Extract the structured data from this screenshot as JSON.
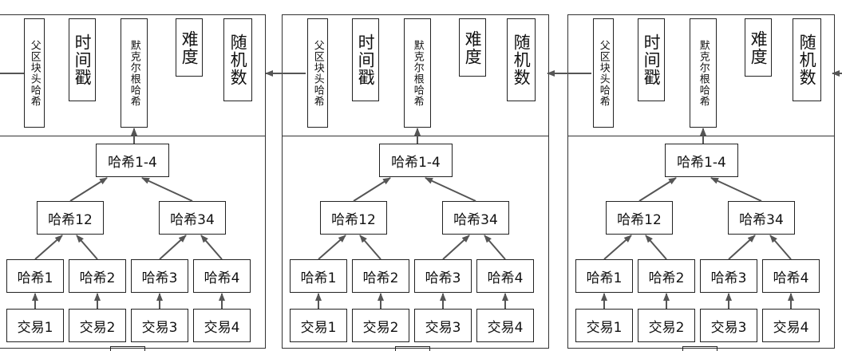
{
  "blocks": [
    {
      "header": {
        "parent_hash": "父区块头哈希",
        "timestamp": "时间戳",
        "merkle_root": "默克尔根哈希",
        "difficulty": "难度",
        "nonce": "随机数"
      },
      "tree": {
        "root": "哈希1-4",
        "level2": [
          "哈希12",
          "哈希34"
        ],
        "level1": [
          "哈希1",
          "哈希2",
          "哈希3",
          "哈希4"
        ],
        "transactions": [
          "交易1",
          "交易2",
          "交易3",
          "交易4"
        ]
      }
    },
    {
      "header": {
        "parent_hash": "父区块头哈希",
        "timestamp": "时间戳",
        "merkle_root": "默克尔根哈希",
        "difficulty": "难度",
        "nonce": "随机数"
      },
      "tree": {
        "root": "哈希1-4",
        "level2": [
          "哈希12",
          "哈希34"
        ],
        "level1": [
          "哈希1",
          "哈希2",
          "哈希3",
          "哈希4"
        ],
        "transactions": [
          "交易1",
          "交易2",
          "交易3",
          "交易4"
        ]
      }
    },
    {
      "header": {
        "parent_hash": "父区块头哈希",
        "timestamp": "时间戳",
        "merkle_root": "默克尔根哈希",
        "difficulty": "难度",
        "nonce": "随机数"
      },
      "tree": {
        "root": "哈希1-4",
        "level2": [
          "哈希12",
          "哈希34"
        ],
        "level1": [
          "哈希1",
          "哈希2",
          "哈希3",
          "哈希4"
        ],
        "transactions": [
          "交易1",
          "交易2",
          "交易3",
          "交易4"
        ]
      }
    }
  ],
  "colors": {
    "line": "#555555",
    "border": "#333333"
  }
}
